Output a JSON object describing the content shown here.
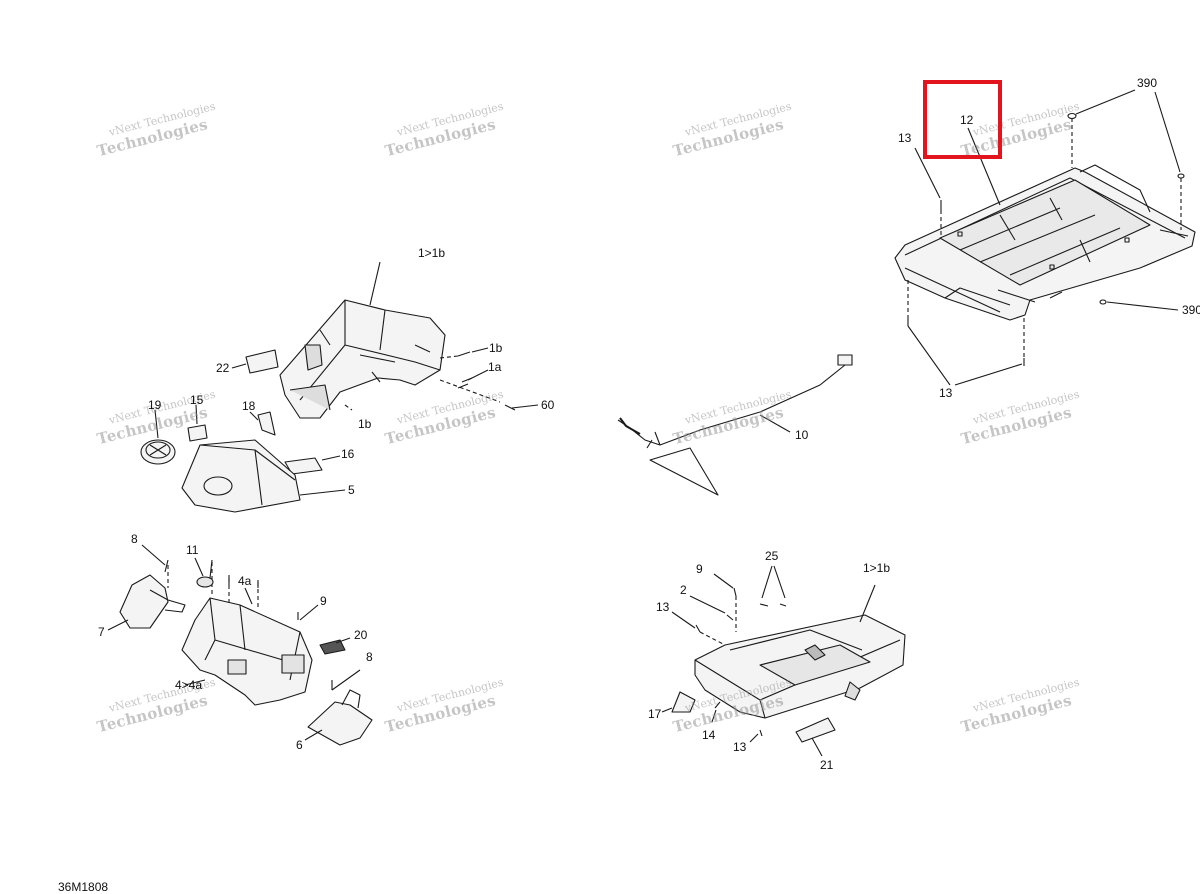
{
  "drawing_code": "36M1808",
  "highlight_color": "#e2151f",
  "highlighted_callout": "12",
  "watermark": {
    "line1": "vNext",
    "line2": "Technologies",
    "combined": "vNext Technologies"
  },
  "callouts": {
    "c390a": "390",
    "c12": "12",
    "c13a": "13",
    "c390b": "390",
    "c13b": "13",
    "c1b1b_top": "1>1b",
    "c1b_a": "1b",
    "c1a": "1a",
    "c22": "22",
    "c60": "60",
    "c19": "19",
    "c15": "15",
    "c18": "18",
    "c1b_b": "1b",
    "c16": "16",
    "c5": "5",
    "c10": "10",
    "c8a": "8",
    "c11": "11",
    "c4a": "4a",
    "c9a": "9",
    "c7": "7",
    "c20": "20",
    "c8b": "8",
    "c44a": "4>4a",
    "c6": "6",
    "c9b": "9",
    "c25": "25",
    "c1b1b_bot": "1>1b",
    "c2": "2",
    "c13c": "13",
    "c17": "17",
    "c14": "14",
    "c13d": "13",
    "c21": "21"
  }
}
